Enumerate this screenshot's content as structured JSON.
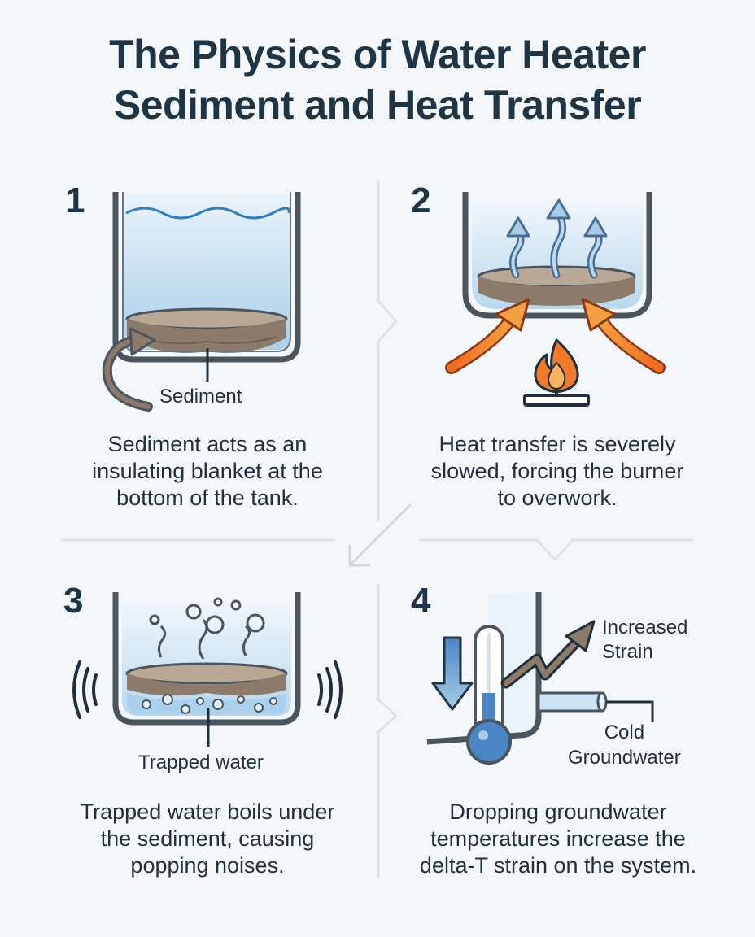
{
  "title": {
    "line1": "The Physics of Water Heater",
    "line2": "Sediment and Heat Transfer"
  },
  "panels": [
    {
      "number": "1",
      "label": "Sediment",
      "caption": [
        "Sediment acts as an",
        "insulating blanket at the",
        "bottom of the tank."
      ]
    },
    {
      "number": "2",
      "caption": [
        "Heat transfer is severely",
        "slowed, forcing the burner",
        "to overwork."
      ]
    },
    {
      "number": "3",
      "label": "Trapped water",
      "caption": [
        "Trapped water boils under",
        "the sediment, causing",
        "popping noises."
      ]
    },
    {
      "number": "4",
      "label_strain": [
        "Increased",
        "Strain"
      ],
      "label_cold": [
        "Cold",
        "Groundwater"
      ],
      "caption": [
        "Dropping groundwater",
        "temperatures increase the",
        "delta-T strain on the system."
      ]
    }
  ],
  "colors": {
    "water": "#cfe4f3",
    "sediment": "#8c7b6a",
    "tank_outline": "#4a5560",
    "flame_orange": "#f07a2a",
    "arrow_blue": "#4a86c5",
    "title": "#1f3444"
  }
}
